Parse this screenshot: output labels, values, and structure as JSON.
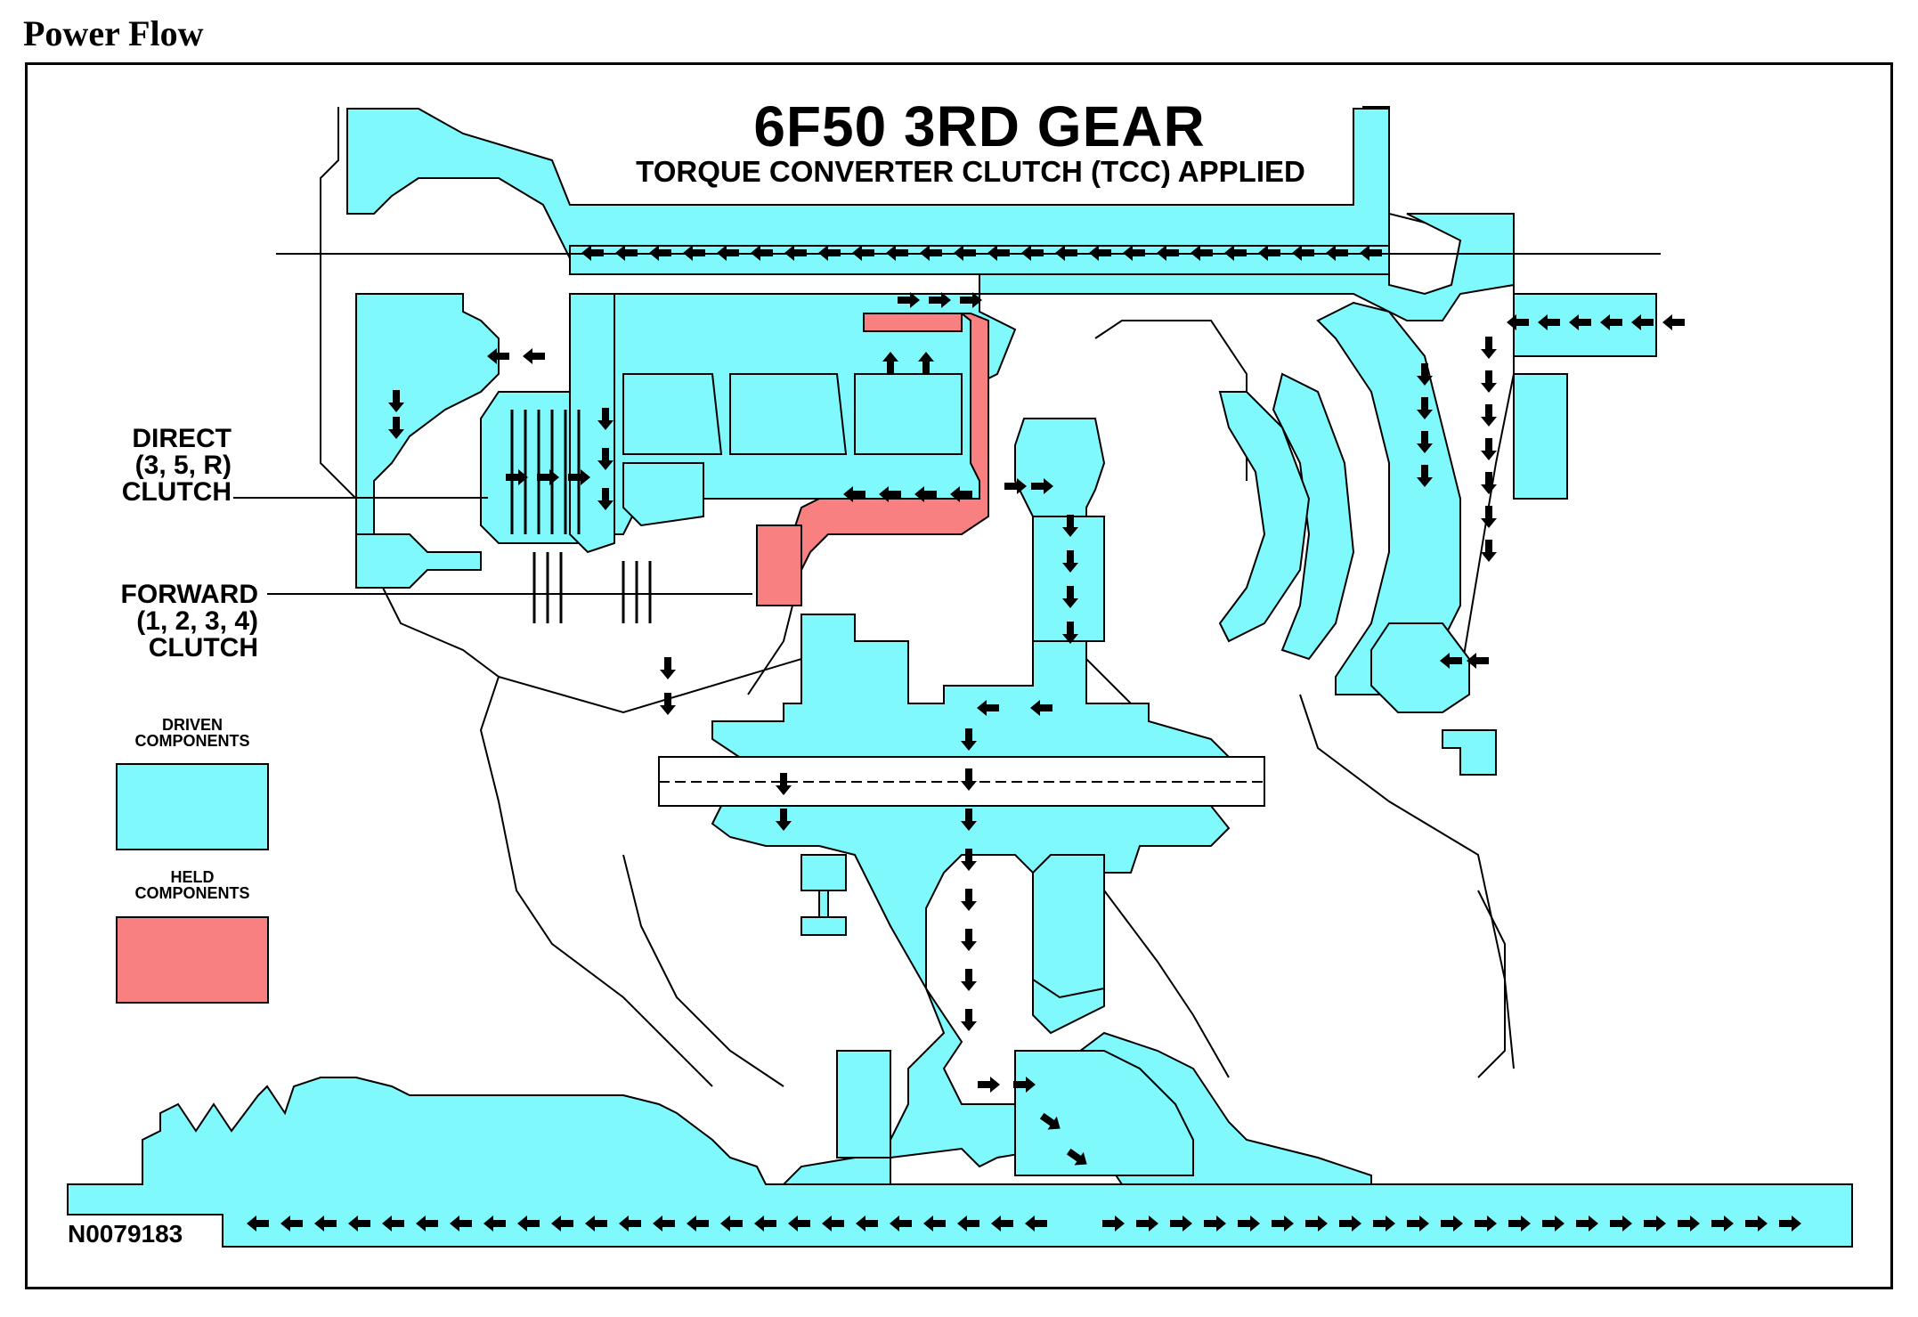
{
  "page": {
    "title": "Power Flow"
  },
  "diagram": {
    "title": "6F50 3RD GEAR",
    "subtitle": "TORQUE CONVERTER CLUTCH (TCC) APPLIED",
    "figure_id": "N0079183",
    "callouts": [
      {
        "line1": "DIRECT",
        "line2": "(3, 5, R)",
        "line3": "CLUTCH"
      },
      {
        "line1": "FORWARD",
        "line2": "(1, 2, 3, 4)",
        "line3": "CLUTCH"
      }
    ],
    "legend": [
      {
        "line1": "DRIVEN",
        "line2": "COMPONENTS",
        "color": "#7ff9fb"
      },
      {
        "line1": "HELD",
        "line2": "COMPONENTS",
        "color": "#f88080"
      }
    ]
  },
  "colors": {
    "driven": "#7ff9fb",
    "held": "#f88080",
    "outline": "#000000",
    "arrow": "#000000"
  }
}
